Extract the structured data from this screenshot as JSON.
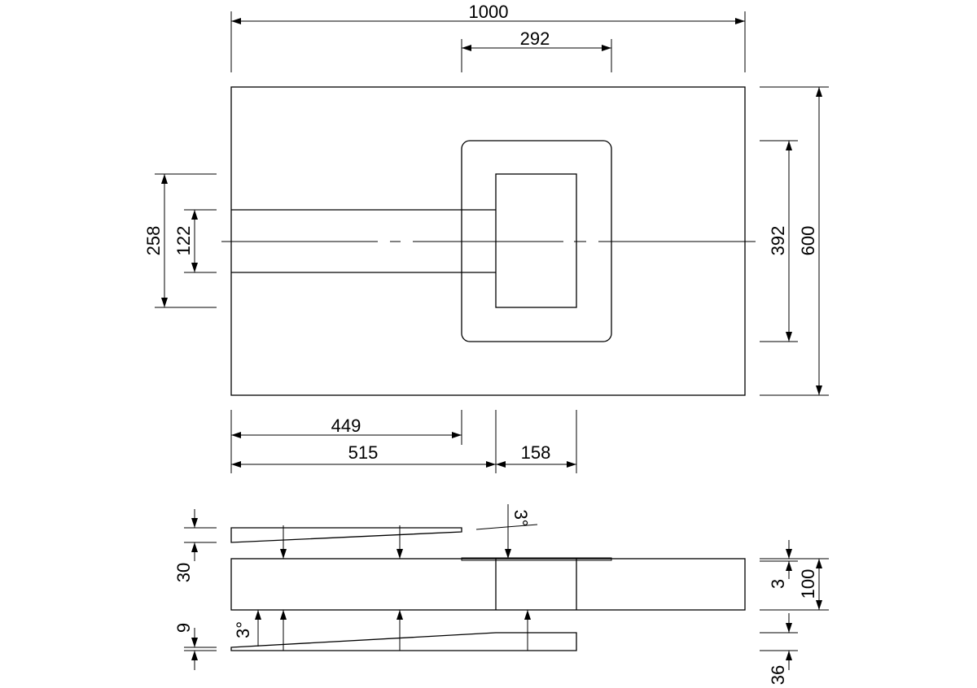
{
  "drawing": {
    "line_color": "#000000",
    "background": "#ffffff",
    "dimensions": {
      "top_length": "1000",
      "top_cutout": "292",
      "left_outer": "258",
      "left_inner": "122",
      "right_cutout": "392",
      "right_total": "600",
      "bottom_449": "449",
      "bottom_515": "515",
      "bottom_158": "158",
      "side_30": "30",
      "side_9": "9",
      "side_3": "3",
      "side_100": "100",
      "side_36": "36",
      "angle_top": "3°",
      "angle_bottom": "3°"
    }
  }
}
